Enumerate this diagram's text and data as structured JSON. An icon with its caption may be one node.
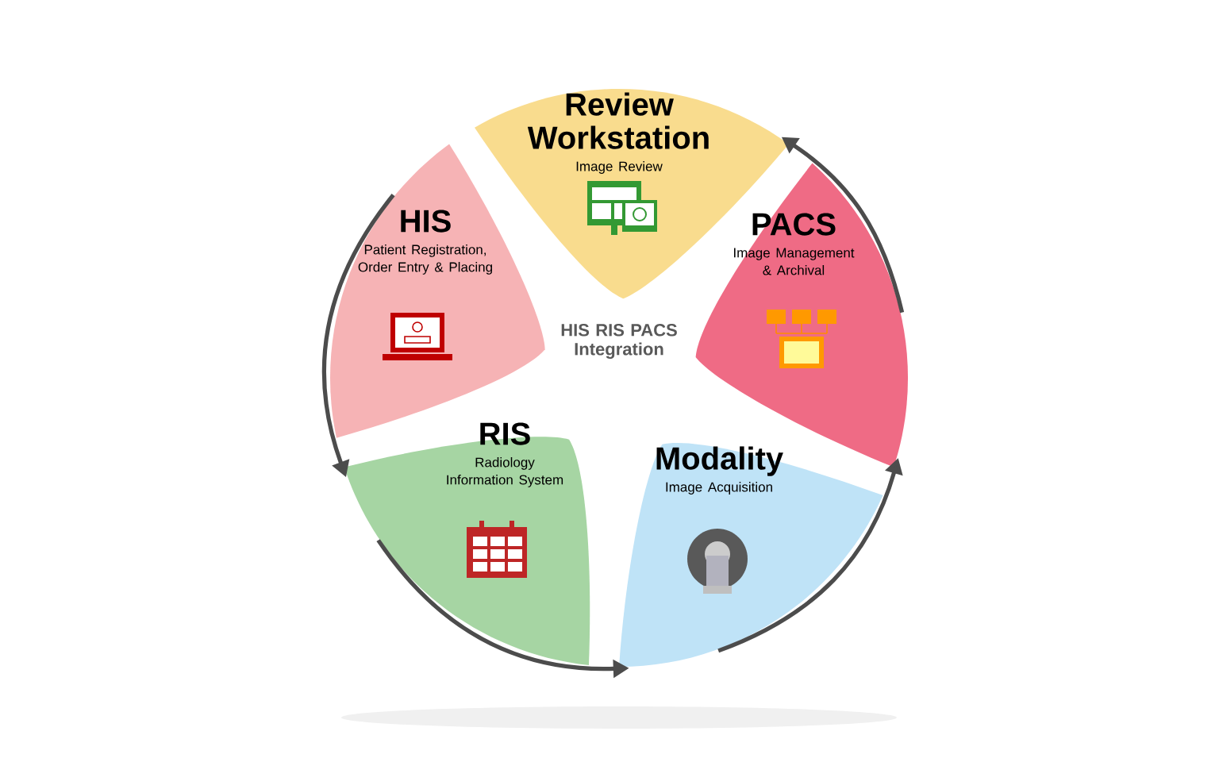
{
  "diagram": {
    "nodes": [
      {
        "text": [
          "Review Workstation",
          "Image Review"
        ]
      },
      {
        "text": [
          "HIS",
          "Patient Registration, Order Entry & Placing"
        ]
      },
      {
        "text": [
          "PACS",
          "Image Management & Archival"
        ]
      },
      {
        "text": [
          "RIS",
          "Radiology Information System"
        ]
      },
      {
        "text": [
          "Modality",
          "Image Acquisition"
        ]
      }
    ],
    "edges": [
      {
        "from": 1,
        "to": 3,
        "arrow": "to"
      },
      {
        "from": 3,
        "to": 4,
        "arrow": "to"
      },
      {
        "from": 4,
        "to": 2,
        "arrow": "to"
      },
      {
        "from": 2,
        "to": 0,
        "arrow": "to"
      }
    ],
    "labels": [
      "HIS RIS PACS Integration"
    ]
  }
}
